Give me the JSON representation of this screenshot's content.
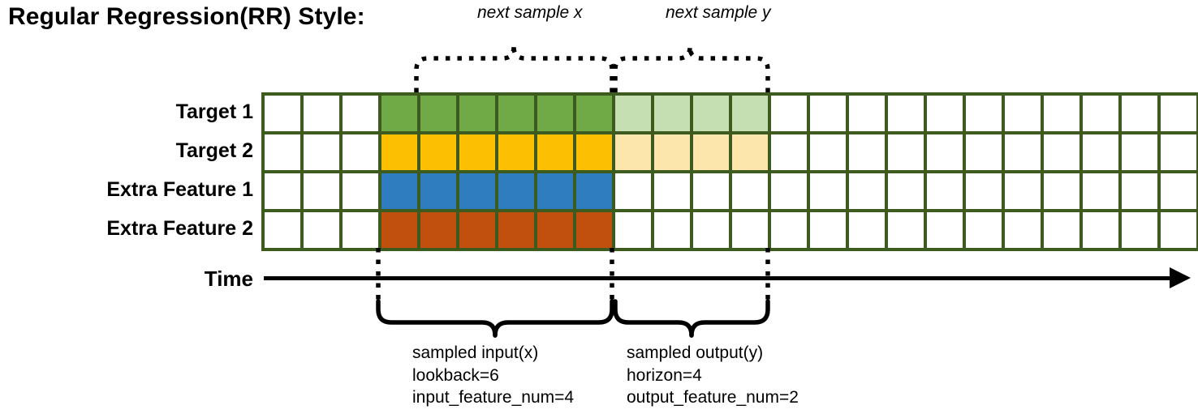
{
  "title": "Regular Regression(RR) Style:",
  "rows": [
    {
      "label": "Target 1",
      "key": "target1"
    },
    {
      "label": "Target 2",
      "key": "target2"
    },
    {
      "label": "Extra Feature 1",
      "key": "extra1"
    },
    {
      "label": "Extra Feature 2",
      "key": "extra2"
    }
  ],
  "axis": {
    "label": "Time",
    "arrow": "right-arrow-icon"
  },
  "grid": {
    "columns": 24,
    "leading_blank": 3,
    "input_span": 6,
    "output_span": 4,
    "trailing_blank": 11,
    "cell_fill": [
      [
        "white",
        "white",
        "white",
        "green",
        "green",
        "green",
        "green",
        "green",
        "green",
        "greenlt",
        "greenlt",
        "greenlt",
        "greenlt",
        "white",
        "white",
        "white",
        "white",
        "white",
        "white",
        "white",
        "white",
        "white",
        "white",
        "white"
      ],
      [
        "white",
        "white",
        "white",
        "yellow",
        "yellow",
        "yellow",
        "yellow",
        "yellow",
        "yellow",
        "yellowlt",
        "yellowlt",
        "yellowlt",
        "yellowlt",
        "white",
        "white",
        "white",
        "white",
        "white",
        "white",
        "white",
        "white",
        "white",
        "white",
        "white"
      ],
      [
        "white",
        "white",
        "white",
        "blue",
        "blue",
        "blue",
        "blue",
        "blue",
        "blue",
        "white",
        "white",
        "white",
        "white",
        "white",
        "white",
        "white",
        "white",
        "white",
        "white",
        "white",
        "white",
        "white",
        "white",
        "white"
      ],
      [
        "white",
        "white",
        "white",
        "orange",
        "orange",
        "orange",
        "orange",
        "orange",
        "orange",
        "white",
        "white",
        "white",
        "white",
        "white",
        "white",
        "white",
        "white",
        "white",
        "white",
        "white",
        "white",
        "white",
        "white",
        "white"
      ]
    ]
  },
  "top_braces": [
    {
      "label": "next sample x",
      "name": "next-sample-x"
    },
    {
      "label": "next sample y",
      "name": "next-sample-y"
    }
  ],
  "bottom_braces": [
    {
      "name": "sampled-input",
      "lines": [
        "sampled input(x)",
        "lookback=6",
        "input_feature_num=4"
      ]
    },
    {
      "name": "sampled-output",
      "lines": [
        "sampled output(y)",
        "horizon=4",
        "output_feature_num=2"
      ]
    }
  ],
  "colors": {
    "grid_border": "#3d5b1f",
    "green": "#6faa46",
    "green_light": "#c5dfb3",
    "yellow": "#fcbf02",
    "yellow_light": "#fde6ab",
    "blue": "#2f7dbf",
    "orange": "#c1500e",
    "ink": "#000000",
    "background": "#ffffff"
  }
}
